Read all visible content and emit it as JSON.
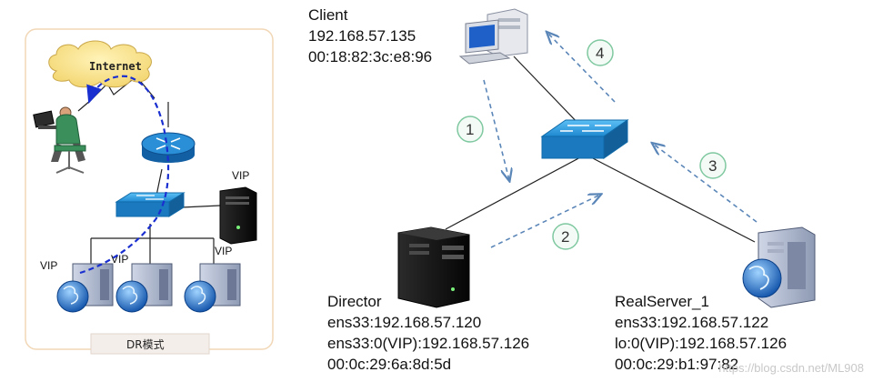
{
  "left_panel": {
    "cloud_label": "Internet",
    "vip_labels": [
      "VIP",
      "VIP",
      "VIP",
      "VIP"
    ],
    "mode_label": "DR模式"
  },
  "client": {
    "name": "Client",
    "ip": "192.168.57.135",
    "mac": "00:18:82:3c:e8:96"
  },
  "director": {
    "name": "Director",
    "line1": "ens33:192.168.57.120",
    "line2": "ens33:0(VIP):192.168.57.126",
    "line3": "00:0c:29:6a:8d:5d"
  },
  "realserver": {
    "name": "RealServer_1",
    "line1": "ens33:192.168.57.122",
    "line2": "lo:0(VIP):192.168.57.126",
    "line3": "00:0c:29:b1:97:82"
  },
  "steps": [
    "1",
    "2",
    "3",
    "4"
  ],
  "watermark": "https://blog.csdn.net/ML908",
  "colors": {
    "switch_blue": "#2a8fd6",
    "router_blue": "#1f7fc6",
    "arrow_blue": "#5b86b8",
    "panel_border": "#f1d7b6",
    "path_blue": "#1a2fd0"
  }
}
